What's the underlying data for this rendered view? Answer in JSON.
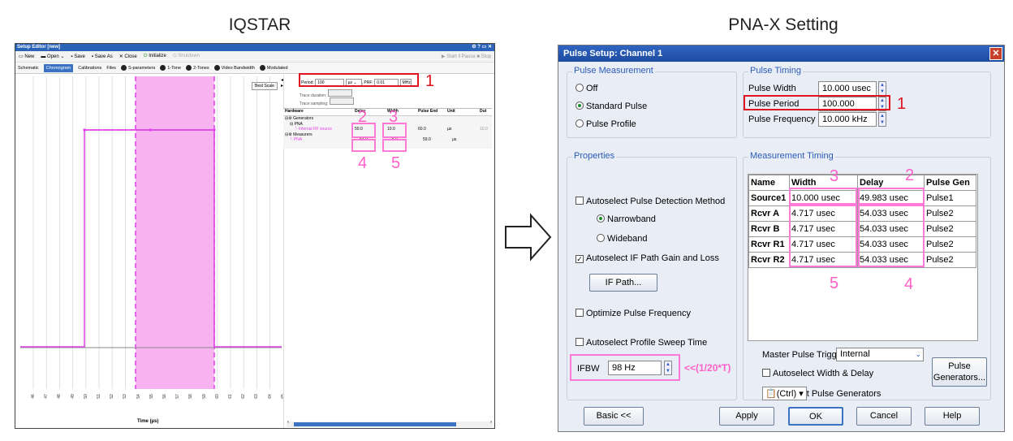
{
  "headings": {
    "left": "IQSTAR",
    "right": "PNA-X Setting"
  },
  "left": {
    "window_title": "Setup Editor [new]",
    "toolbar": [
      "New",
      "Open",
      "Save",
      "Save As",
      "Close",
      "Initialize",
      "Shutdown"
    ],
    "toolbar_right": [
      "Start",
      "Pause",
      "Stop"
    ],
    "tabs": [
      "Schematic",
      "Chronogram",
      "Calibrations",
      "Files",
      "S-parameters",
      "1-Tone",
      "2-Tones",
      "Video Bandwidth",
      "Modulated"
    ],
    "active_tab": "Chronogram",
    "best_scale": "Best Scale",
    "period_label": "Period:",
    "period_value": "100",
    "period_unit": "µs",
    "prf_label": ", PRF:",
    "prf_value": "0.01",
    "prf_unit": "MHz",
    "trace_duration": "Trace duration:",
    "trace_sampling": "Trace sampling:",
    "table_headers": [
      "Hardware",
      "Delay",
      "Width",
      "Pulse End",
      "Unit",
      "Dut"
    ],
    "tree": {
      "generators": "Generators",
      "pna1": "PNA",
      "source": "Internal RF source",
      "measurers": "Measurers",
      "pna2": "PNA"
    },
    "rows": [
      {
        "delay": "50.0",
        "width": "10.0",
        "end": "60.0",
        "unit": "µs",
        "dut": "10.0"
      },
      {
        "delay": "54.0",
        "width": "5.0",
        "end": "59.0",
        "unit": "µs"
      }
    ],
    "x_ticks": [
      "46",
      "47",
      "48",
      "49",
      "50",
      "51",
      "52",
      "53",
      "54",
      "55",
      "56",
      "57",
      "58",
      "59",
      "60",
      "61",
      "62",
      "63",
      "64",
      "65"
    ],
    "x_label": "Time (µs)"
  },
  "right": {
    "window_title": "Pulse Setup: Channel 1",
    "pulse_measurement": {
      "title": "Pulse Measurement",
      "options": [
        "Off",
        "Standard Pulse",
        "Pulse Profile"
      ],
      "selected": "Standard Pulse"
    },
    "pulse_timing": {
      "title": "Pulse Timing",
      "width_label": "Pulse Width",
      "width": "10.000 usec",
      "period_label": "Pulse Period",
      "period": "100.000 usec",
      "freq_label": "Pulse Frequency",
      "freq": "10.000 kHz"
    },
    "properties": {
      "title": "Properties",
      "autoselect_detection": "Autoselect Pulse Detection Method",
      "narrowband": "Narrowband",
      "wideband": "Wideband",
      "autoselect_if": "Autoselect IF Path Gain and Loss",
      "if_path": "IF Path...",
      "optimize": "Optimize Pulse Frequency",
      "autoselect_profile": "Autoselect Profile Sweep Time",
      "ifbw_label": "IFBW",
      "ifbw": "98 Hz"
    },
    "measurement_timing": {
      "title": "Measurement Timing",
      "headers": [
        "Name",
        "Width",
        "Delay",
        "Pulse Gen"
      ],
      "rows": [
        [
          "Source1",
          "10.000 usec",
          "49.983 usec",
          "Pulse1"
        ],
        [
          "Rcvr A",
          "4.717 usec",
          "54.033 usec",
          "Pulse2"
        ],
        [
          "Rcvr B",
          "4.717 usec",
          "54.033 usec",
          "Pulse2"
        ],
        [
          "Rcvr R1",
          "4.717 usec",
          "54.033 usec",
          "Pulse2"
        ],
        [
          "Rcvr R2",
          "4.717 usec",
          "54.033 usec",
          "Pulse2"
        ]
      ]
    },
    "master_trigger_label": "Master Pulse Trigger",
    "master_trigger": "Internal",
    "autoselect_width": "Autoselect Width & Delay",
    "ctrl_popup": "(Ctrl)",
    "pulse_gen_label_tail": "t Pulse Generators",
    "pulse_generators": "Pulse Generators...",
    "buttons": [
      "Basic <<",
      "Apply",
      "OK",
      "Cancel",
      "Help"
    ]
  },
  "annotations": {
    "n1": "1",
    "n2": "2",
    "n3": "3",
    "n4": "4",
    "n5": "5",
    "ifbw_note": "<<(1/20*T)"
  },
  "colors": {
    "pink": "#ff5fc8",
    "red": "#e0141e",
    "magenta": "#e040e8",
    "titlebar": "#2f64c2"
  }
}
